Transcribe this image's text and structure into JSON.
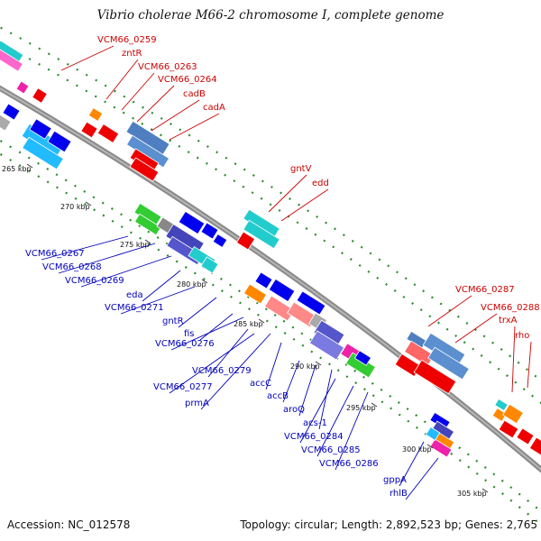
{
  "title": "Vibrio cholerae M66-2 chromosome I, complete genome",
  "footer": {
    "accession": "Accession: NC_012578",
    "stats": "Topology: circular; Length: 2,892,523 bp; Genes: 2,765"
  },
  "colors": {
    "forward_label": "#cc0000",
    "reverse_label": "#0000bb",
    "backbone": "#888888",
    "tick_dot": "#2a8a2a"
  },
  "tick_labels": [
    "265 kbp",
    "270 kbp",
    "275 kbp",
    "280 kbp",
    "285 kbp",
    "290 kbp",
    "295 kbp",
    "300 kbp",
    "305 kbp"
  ],
  "forward_genes": [
    "VCM66_0259",
    "zntR",
    "VCM66_0263",
    "VCM66_0264",
    "cadB",
    "cadA",
    "gntV",
    "edd",
    "VCM66_0287",
    "VCM66_0288",
    "trxA",
    "rho"
  ],
  "reverse_genes": [
    "VCM66_0267",
    "VCM66_0268",
    "VCM66_0269",
    "eda",
    "VCM66_0271",
    "gntR",
    "fis",
    "VCM66_0276",
    "VCM66_0279",
    "VCM66_0277",
    "prmA",
    "accC",
    "accB",
    "aroQ",
    "acs-1",
    "VCM66_0284",
    "VCM66_0285",
    "VCM66_0286",
    "gppA",
    "rhlB"
  ]
}
